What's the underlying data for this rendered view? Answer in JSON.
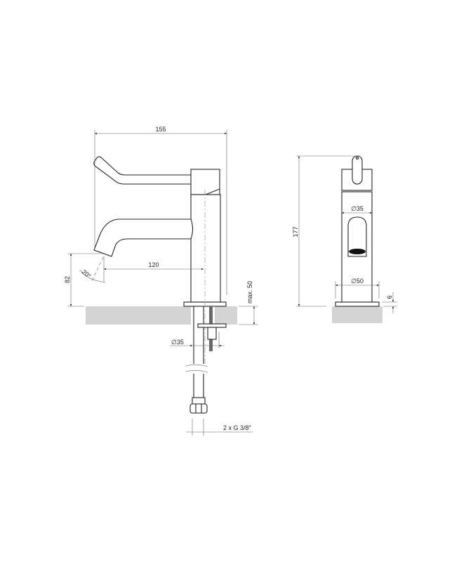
{
  "title": "Faucet technical drawing",
  "side_view": {
    "width_label": "155",
    "reach_label": "120",
    "height_label": "82",
    "angle_label": "20°",
    "counter_label": "max. 50",
    "shank_diameter_label": "∅35",
    "connection_label": "2 x G 3/8\""
  },
  "front_view": {
    "height_label": "177",
    "body_diameter_label": "∅35",
    "base_diameter_label": "∅50",
    "base_thickness_label": "6"
  },
  "colors": {
    "line": "#222222",
    "counter": "#d4d4d4"
  }
}
